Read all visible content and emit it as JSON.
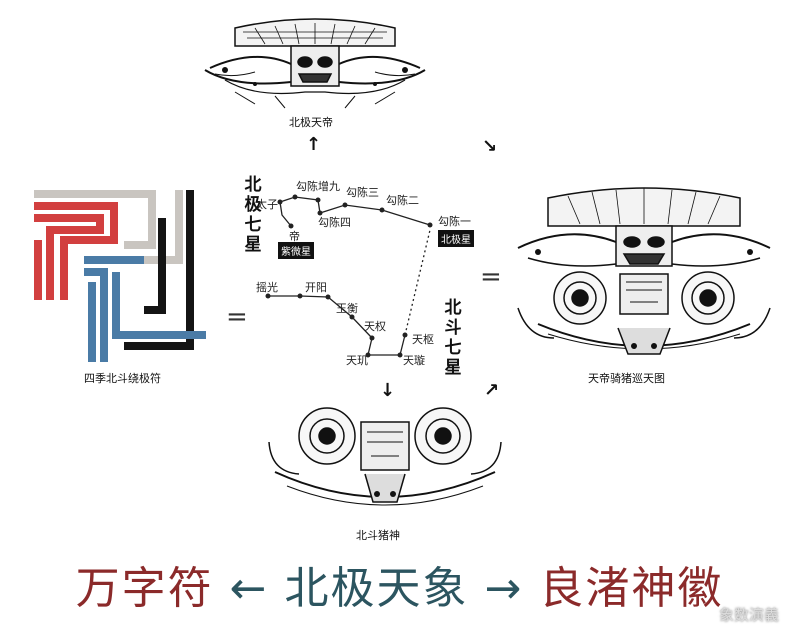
{
  "labels": {
    "top_caption": "北极天帝",
    "left_caption": "四季北斗绕极符",
    "right_caption": "天帝骑猪巡天图",
    "bottom_caption": "北斗猪神"
  },
  "beiji": {
    "title_chars": [
      "北",
      "极",
      "七",
      "星"
    ]
  },
  "beidou": {
    "title_chars": [
      "北",
      "斗",
      "七",
      "星"
    ]
  },
  "stars": {
    "gouchen_zengjiu": "勾陈增九",
    "gouchen_san": "勾陈三",
    "gouchen_er": "勾陈二",
    "gouchen_yi": "勾陈一",
    "beiji_xing": "北极星",
    "taizi": "太子",
    "gouchen_si": "勾陈四",
    "di": "帝",
    "ziwei_xing": "紫微星",
    "yaoguang": "摇光",
    "kaiyang": "开阳",
    "yuheng": "玉衡",
    "tianquan": "天权",
    "tianshu": "天枢",
    "tianji": "天玑",
    "tianxuan": "天璇"
  },
  "symbols": {
    "equals": "=",
    "arrow_up": "↑",
    "arrow_down": "↓",
    "arrow_dr": "↘",
    "arrow_ur": "↗"
  },
  "bottom_title": {
    "left": "万字符",
    "arrow_left": "←",
    "center": "北极天象",
    "arrow_right": "→",
    "right": "良渚神徽"
  },
  "watermark": "象数演義",
  "colors": {
    "red": "#d23f3f",
    "blue": "#4a7ba6",
    "gray": "#c9c5c0",
    "black": "#141414",
    "title_red": "#8b2a2a",
    "title_blue": "#2c5560"
  }
}
